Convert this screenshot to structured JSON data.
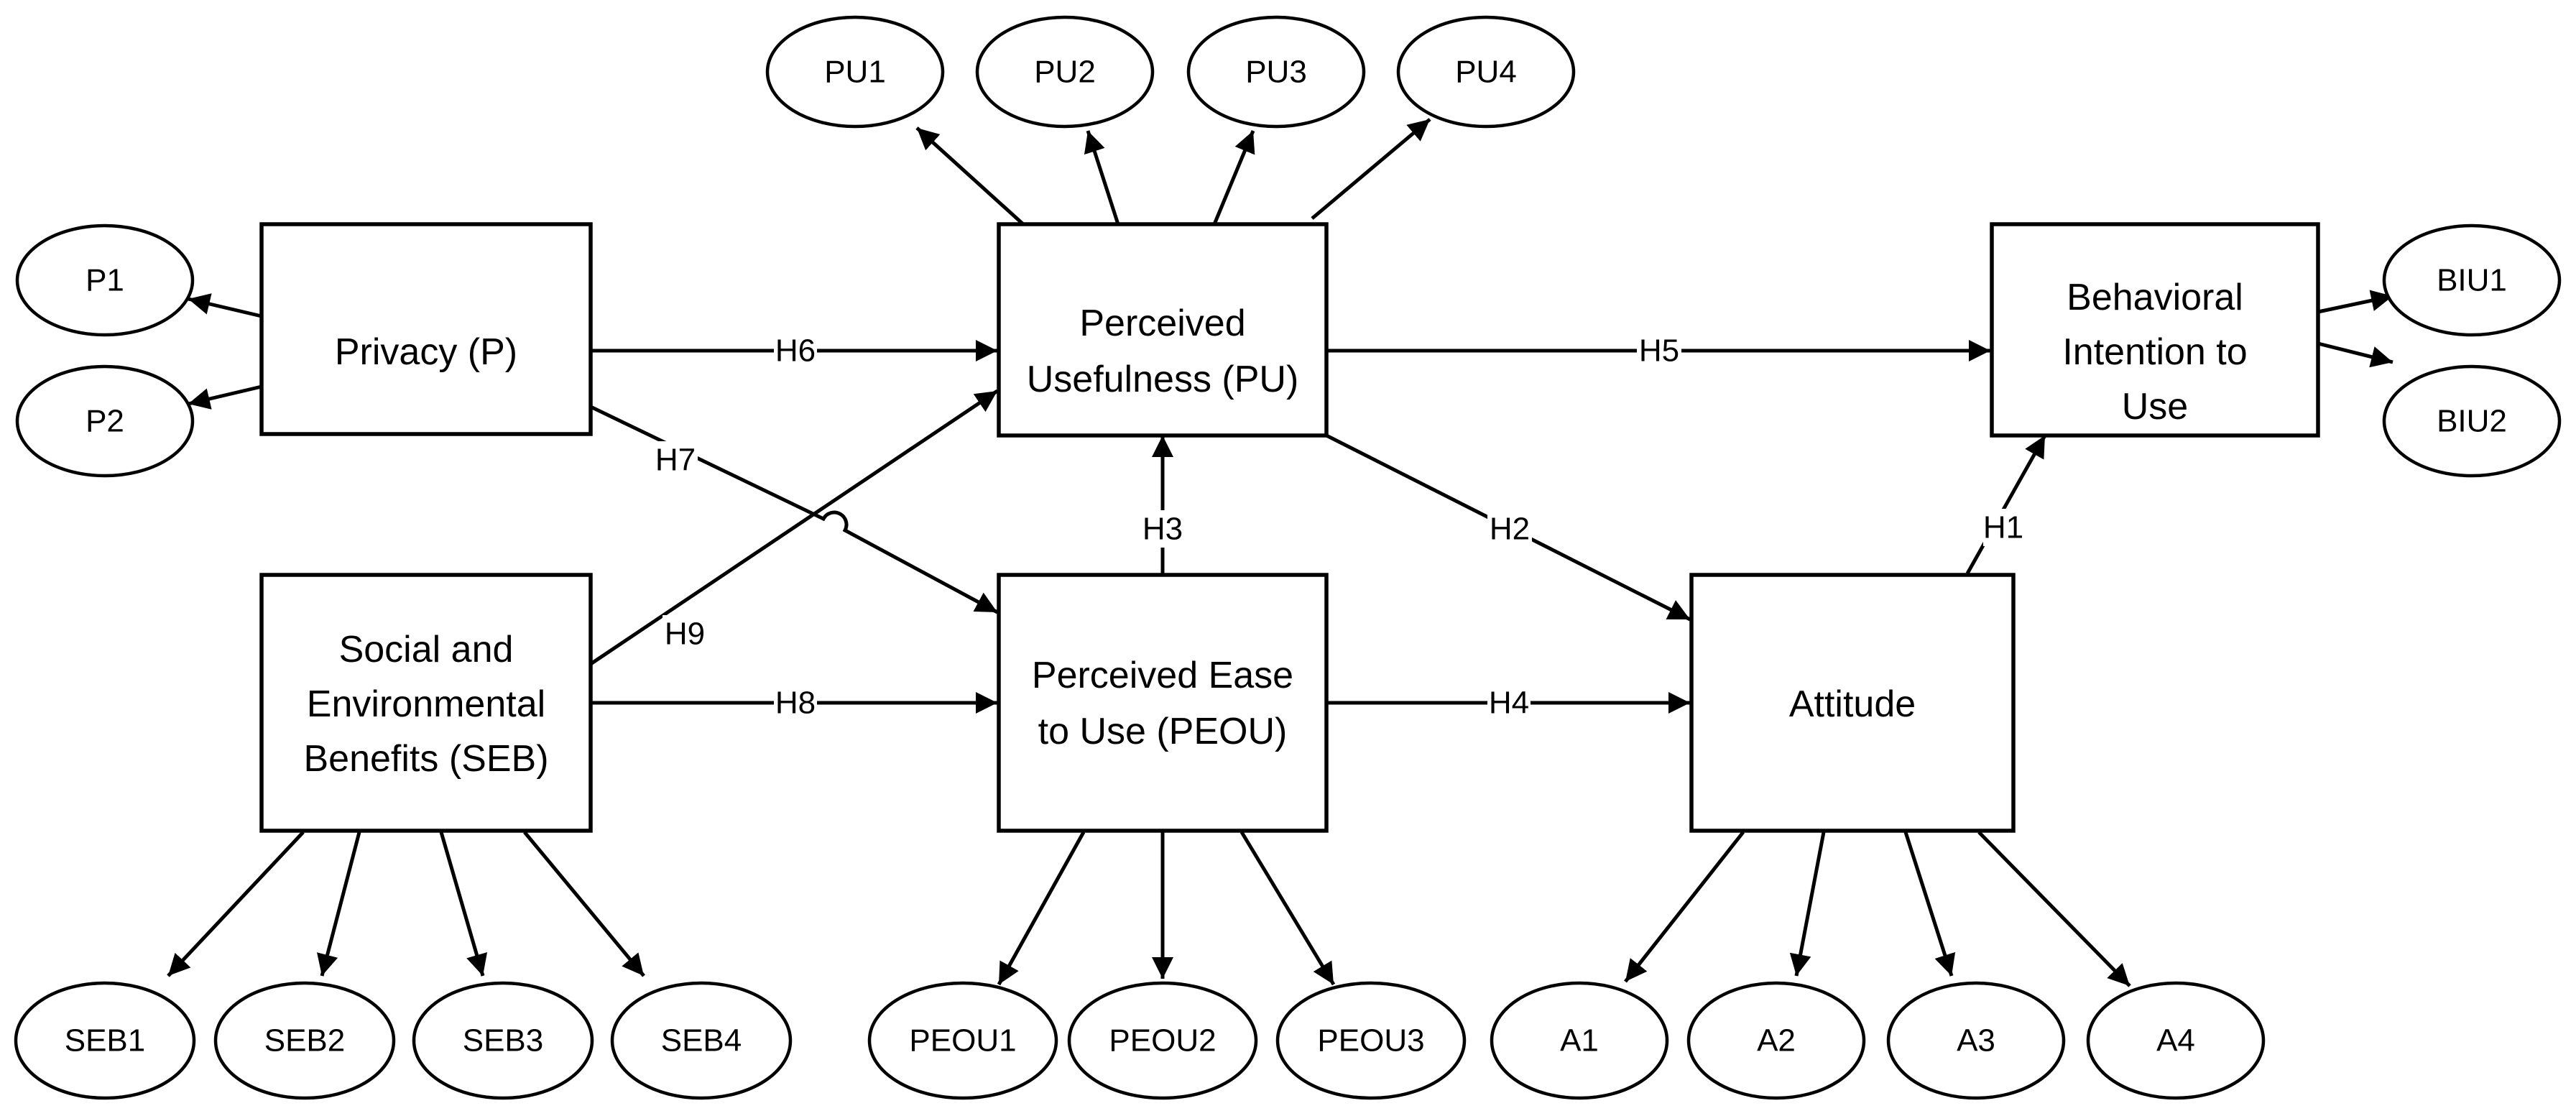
{
  "constructs": {
    "privacy": [
      "Privacy (P)"
    ],
    "seb": [
      "Social and",
      "Environmental",
      "Benefits (SEB)"
    ],
    "pu": [
      "Perceived",
      "Usefulness (PU)"
    ],
    "peou": [
      "Perceived Ease",
      "to Use (PEOU)"
    ],
    "attitude": [
      "Attitude"
    ],
    "biu": [
      "Behavioral",
      "Intention to",
      "Use"
    ]
  },
  "indicators": {
    "p1": "P1",
    "p2": "P2",
    "pu1": "PU1",
    "pu2": "PU2",
    "pu3": "PU3",
    "pu4": "PU4",
    "biu1": "BIU1",
    "biu2": "BIU2",
    "seb1": "SEB1",
    "seb2": "SEB2",
    "seb3": "SEB3",
    "seb4": "SEB4",
    "peou1": "PEOU1",
    "peou2": "PEOU2",
    "peou3": "PEOU3",
    "a1": "A1",
    "a2": "A2",
    "a3": "A3",
    "a4": "A4"
  },
  "hypotheses": {
    "h1": "H1",
    "h2": "H2",
    "h3": "H3",
    "h4": "H4",
    "h5": "H5",
    "h6": "H6",
    "h7": "H7",
    "h8": "H8",
    "h9": "H9"
  }
}
